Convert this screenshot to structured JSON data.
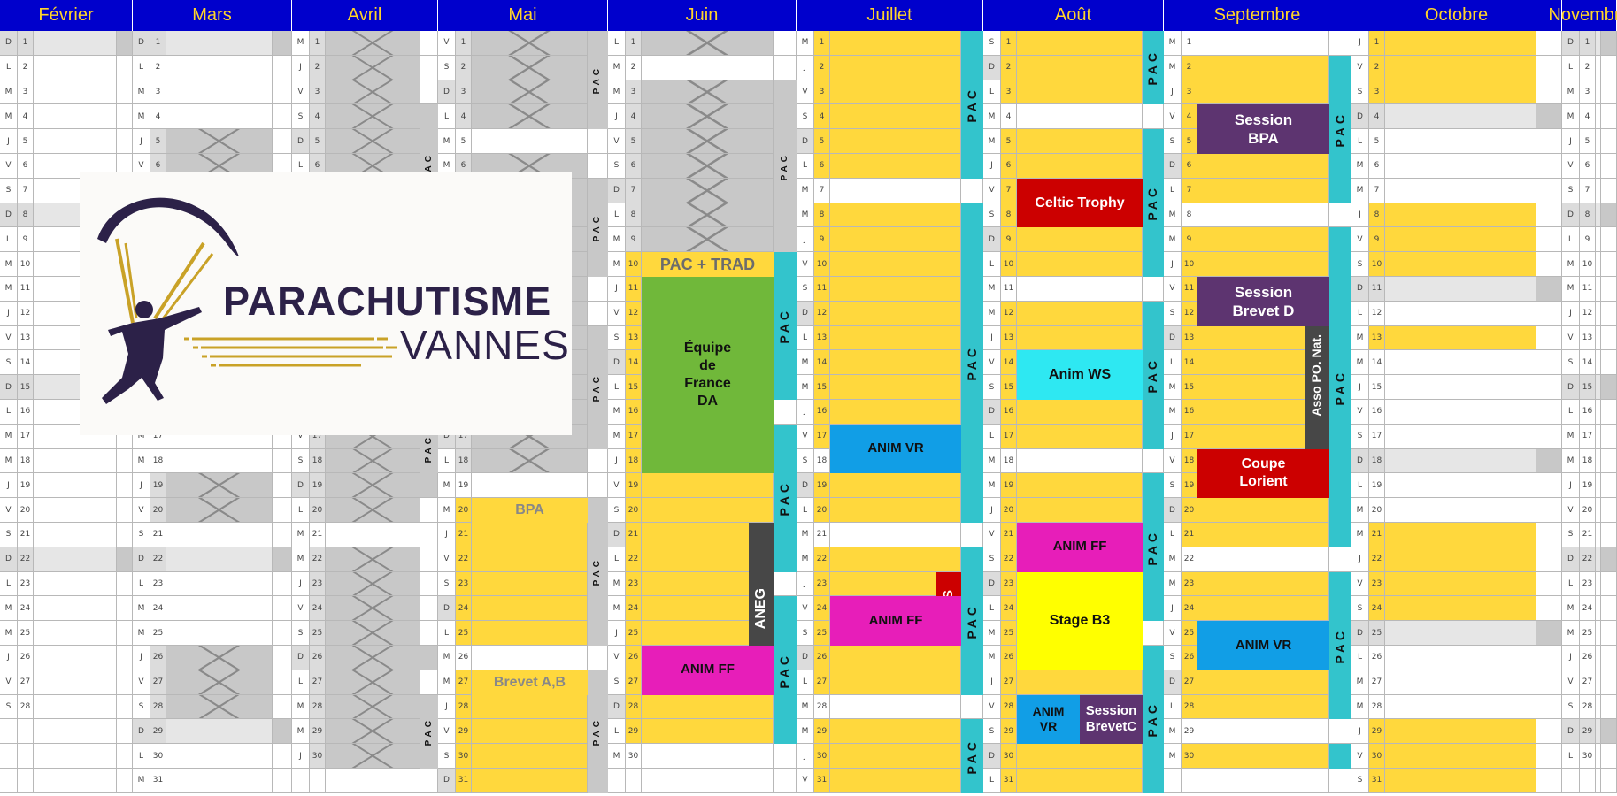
{
  "logo": {
    "line1": "PARACHUTISME",
    "line2": "VANNES"
  },
  "colors": {
    "header_bg": "#0000cc",
    "header_text": "#ffd42a",
    "yellow": "#ffd83d",
    "gray": "#c8c8c8",
    "teal": "#33c4cc",
    "purple": "#5d3470",
    "red": "#cc0000",
    "green": "#70b83a",
    "magenta": "#e71eb9",
    "blue": "#119ee6",
    "cyan": "#2ee8f2",
    "bright_yellow": "#ffff00",
    "dark_gray": "#474747"
  },
  "pac_label": "PAC",
  "months": [
    {
      "id": "fev",
      "name": "Février",
      "days": 28,
      "start": 6,
      "main": "w",
      "side": "w",
      "gray_ranges": []
    },
    {
      "id": "mar",
      "name": "Mars",
      "days": 31,
      "start": 6,
      "main": "w",
      "side": "w",
      "gray_ranges": [
        [
          5,
          7
        ],
        [
          19,
          20
        ],
        [
          26,
          28
        ]
      ]
    },
    {
      "id": "avr",
      "name": "Avril",
      "days": 30,
      "start": 2,
      "main": "g",
      "side": "w",
      "gray_ranges": [
        [
          4,
          8
        ],
        [
          17,
          18
        ],
        [
          28,
          30
        ]
      ],
      "white_ranges": [
        [
          21,
          21
        ]
      ]
    },
    {
      "id": "mai",
      "name": "Mai",
      "days": 31,
      "start": 4,
      "main": "g",
      "side": "w",
      "white_ranges": [
        [
          5,
          5
        ],
        [
          19,
          19
        ],
        [
          26,
          26
        ]
      ],
      "yellow_ranges": [
        [
          20,
          25
        ],
        [
          27,
          31
        ]
      ],
      "gray_ranges": [
        [
          1,
          4
        ],
        [
          7,
          10
        ],
        [
          12,
          18
        ],
        [
          20,
          31
        ]
      ]
    },
    {
      "id": "jun",
      "name": "Juin",
      "days": 30,
      "start": 0,
      "main": "y",
      "side": "w",
      "white_ranges": [
        [
          2,
          2
        ],
        [
          30,
          30
        ]
      ],
      "gray_ranges": [
        [
          1,
          1
        ],
        [
          3,
          9
        ]
      ]
    },
    {
      "id": "jul",
      "name": "Juillet",
      "days": 31,
      "start": 2,
      "main": "y",
      "side": "w",
      "white_ranges": [
        [
          7,
          7
        ],
        [
          18,
          18
        ],
        [
          21,
          21
        ],
        [
          28,
          28
        ]
      ],
      "gray_ranges": []
    },
    {
      "id": "aou",
      "name": "Août",
      "days": 31,
      "start": 5,
      "main": "y",
      "side": "w",
      "white_ranges": [
        [
          4,
          4
        ],
        [
          11,
          11
        ],
        [
          18,
          18
        ]
      ],
      "gray_ranges": []
    },
    {
      "id": "sep",
      "name": "Septembre",
      "days": 30,
      "start": 1,
      "main": "y",
      "side": "w",
      "white_ranges": [
        [
          1,
          1
        ],
        [
          8,
          8
        ],
        [
          22,
          22
        ],
        [
          29,
          29
        ]
      ],
      "gray_ranges": []
    },
    {
      "id": "oct",
      "name": "Octobre",
      "days": 31,
      "start": 3,
      "main": "y",
      "side": "w",
      "white_ranges": [
        [
          4,
          7
        ],
        [
          11,
          12
        ],
        [
          14,
          20
        ],
        [
          25,
          28
        ]
      ],
      "gray_ranges": []
    },
    {
      "id": "nov",
      "name": "Novembre",
      "days": 30,
      "start": 6,
      "main": "w",
      "side": "w",
      "gray_ranges": []
    }
  ],
  "events": [
    {
      "id": "pac-trad",
      "month": "jun",
      "from": 10,
      "to": 10,
      "label": "PAC + TRAD",
      "color": "#ffd83d",
      "text": "#6c6c6c",
      "size": 18
    },
    {
      "id": "equipe",
      "month": "jun",
      "from": 11,
      "to": 18,
      "label": "Équipe\nde\nFrance\nDA",
      "color": "#70b83a",
      "text": "#111111",
      "size": 16
    },
    {
      "id": "bpa-mai",
      "month": "mai",
      "from": 20,
      "to": 20,
      "label": "BPA",
      "color": "#ffd83d",
      "text": "#888888",
      "size": 16
    },
    {
      "id": "brevet-ab",
      "month": "mai",
      "from": 27,
      "to": 27,
      "label": "Brevet A,B",
      "color": "#ffd83d",
      "text": "#888888",
      "size": 16
    },
    {
      "id": "anim-ff-jun",
      "month": "jun",
      "from": 26,
      "to": 27,
      "label": "ANIM FF",
      "color": "#e71eb9",
      "text": "#111111",
      "size": 15
    },
    {
      "id": "anim-vr-jul",
      "month": "jul",
      "from": 17,
      "to": 18,
      "label": "ANIM VR",
      "color": "#119ee6",
      "text": "#111111",
      "size": 15
    },
    {
      "id": "anim-ff-jul",
      "month": "jul",
      "from": 24,
      "to": 25,
      "label": "ANIM FF",
      "color": "#e71eb9",
      "text": "#111111",
      "size": 15
    },
    {
      "id": "celtic",
      "month": "aou",
      "from": 7,
      "to": 8,
      "label": "Celtic Trophy",
      "color": "#cc0000",
      "text": "#ffffff",
      "size": 16
    },
    {
      "id": "anim-ws",
      "month": "aou",
      "from": 14,
      "to": 15,
      "label": "Anim WS",
      "color": "#2ee8f2",
      "text": "#111111",
      "size": 16
    },
    {
      "id": "anim-ff-aou",
      "month": "aou",
      "from": 21,
      "to": 22,
      "label": "ANIM FF",
      "color": "#e71eb9",
      "text": "#111111",
      "size": 15
    },
    {
      "id": "stage-b3",
      "month": "aou",
      "from": 23,
      "to": 26,
      "label": "Stage B3",
      "color": "#ffff00",
      "text": "#111111",
      "size": 16
    },
    {
      "id": "session-brevetc",
      "month": "aou",
      "from": 28,
      "to": 29,
      "label": "Session\nBrevetC",
      "color": "#5d3470",
      "text": "#ffffff",
      "size": 15,
      "xs": 0.5
    },
    {
      "id": "anim-vr-aou",
      "month": "aou",
      "from": 28,
      "to": 29,
      "label": "ANIM\nVR",
      "color": "#119ee6",
      "text": "#111111",
      "size": 14,
      "xe": 0.5
    },
    {
      "id": "session-bpa",
      "month": "sep",
      "from": 4,
      "to": 5,
      "label": "Session\nBPA",
      "color": "#5d3470",
      "text": "#ffffff",
      "size": 17
    },
    {
      "id": "session-brevetd",
      "month": "sep",
      "from": 11,
      "to": 12,
      "label": "Session\nBrevet D",
      "color": "#5d3470",
      "text": "#ffffff",
      "size": 17
    },
    {
      "id": "coupe-lorient",
      "month": "sep",
      "from": 18,
      "to": 19,
      "label": "Coupe\nLorient",
      "color": "#cc0000",
      "text": "#ffffff",
      "size": 16
    },
    {
      "id": "anim-vr-sep",
      "month": "sep",
      "from": 25,
      "to": 26,
      "label": "ANIM VR",
      "color": "#119ee6",
      "text": "#111111",
      "size": 15
    }
  ],
  "vertical_events": [
    {
      "id": "pac-avr-1",
      "month": "avr",
      "from": 4,
      "to": 8,
      "label": "PAC",
      "color": "#c8c8c8",
      "text": "#111111",
      "col": "side",
      "size": 10
    },
    {
      "id": "pac-avr-2",
      "month": "avr",
      "from": 17,
      "to": 18,
      "label": "PAC",
      "color": "#c8c8c8",
      "text": "#111111",
      "col": "side",
      "size": 10
    },
    {
      "id": "pac-avr-3",
      "month": "avr",
      "from": 28,
      "to": 30,
      "label": "PAC",
      "color": "#c8c8c8",
      "text": "#111111",
      "col": "side",
      "size": 10
    },
    {
      "id": "pac-mai-1",
      "month": "mai",
      "from": 1,
      "to": 4,
      "label": "PAC",
      "color": "#c8c8c8",
      "text": "#111111",
      "col": "side",
      "size": 10
    },
    {
      "id": "pac-mai-2",
      "month": "mai",
      "from": 7,
      "to": 10,
      "label": "PAC",
      "color": "#c8c8c8",
      "text": "#111111",
      "col": "side",
      "size": 10
    },
    {
      "id": "pac-mai-3",
      "month": "mai",
      "from": 13,
      "to": 17,
      "label": "PAC",
      "color": "#c8c8c8",
      "text": "#111111",
      "col": "side",
      "size": 10
    },
    {
      "id": "pac-mai-4",
      "month": "mai",
      "from": 20,
      "to": 25,
      "label": "PAC",
      "color": "#c8c8c8",
      "text": "#111111",
      "col": "side",
      "size": 10
    },
    {
      "id": "pac-mai-5",
      "month": "mai",
      "from": 27,
      "to": 31,
      "label": "PAC",
      "color": "#c8c8c8",
      "text": "#111111",
      "col": "side",
      "size": 10
    },
    {
      "id": "pac-jun-1",
      "month": "jun",
      "from": 3,
      "to": 9,
      "label": "PAC",
      "color": "#c8c8c8",
      "text": "#111111",
      "col": "side",
      "size": 10
    },
    {
      "id": "pac-jun-2",
      "month": "jun",
      "from": 10,
      "to": 15,
      "label": "PAC",
      "color": "#33c4cc",
      "text": "#111111",
      "col": "side",
      "size": 14
    },
    {
      "id": "pac-jun-3",
      "month": "jun",
      "from": 17,
      "to": 22,
      "label": "PAC",
      "color": "#33c4cc",
      "text": "#111111",
      "col": "side",
      "size": 14
    },
    {
      "id": "pac-jun-4",
      "month": "jun",
      "from": 24,
      "to": 29,
      "label": "PAC",
      "color": "#33c4cc",
      "text": "#111111",
      "col": "side",
      "size": 14
    },
    {
      "id": "aneg",
      "month": "jun",
      "from": 21,
      "to": 27,
      "label": "ANEG",
      "color": "#474747",
      "text": "#ffffff",
      "col": "mainright",
      "size": 16
    },
    {
      "id": "pops",
      "month": "jul",
      "from": 23,
      "to": 25,
      "label": "POPS",
      "color": "#cc0000",
      "text": "#ffffff",
      "col": "mainright",
      "size": 15
    },
    {
      "id": "pac-jul-1",
      "month": "jul",
      "from": 1,
      "to": 6,
      "label": "PAC",
      "color": "#33c4cc",
      "text": "#111111",
      "col": "side",
      "size": 14
    },
    {
      "id": "pac-jul-2",
      "month": "jul",
      "from": 8,
      "to": 20,
      "label": "PAC",
      "color": "#33c4cc",
      "text": "#111111",
      "col": "side",
      "size": 14
    },
    {
      "id": "pac-jul-3",
      "month": "jul",
      "from": 22,
      "to": 27,
      "label": "PAC",
      "color": "#33c4cc",
      "text": "#111111",
      "col": "side",
      "size": 14
    },
    {
      "id": "pac-jul-4",
      "month": "jul",
      "from": 29,
      "to": 31,
      "label": "PAC",
      "color": "#33c4cc",
      "text": "#111111",
      "col": "side",
      "size": 14
    },
    {
      "id": "pac-aou-1",
      "month": "aou",
      "from": 1,
      "to": 3,
      "label": "PAC",
      "color": "#33c4cc",
      "text": "#111111",
      "col": "side",
      "size": 14
    },
    {
      "id": "pac-aou-2",
      "month": "aou",
      "from": 5,
      "to": 10,
      "label": "PAC",
      "color": "#33c4cc",
      "text": "#111111",
      "col": "side",
      "size": 14
    },
    {
      "id": "pac-aou-3",
      "month": "aou",
      "from": 12,
      "to": 17,
      "label": "PAC",
      "color": "#33c4cc",
      "text": "#111111",
      "col": "side",
      "size": 14
    },
    {
      "id": "pac-aou-4",
      "month": "aou",
      "from": 19,
      "to": 24,
      "label": "PAC",
      "color": "#33c4cc",
      "text": "#111111",
      "col": "side",
      "size": 14
    },
    {
      "id": "pac-aou-5",
      "month": "aou",
      "from": 26,
      "to": 31,
      "label": "PAC",
      "color": "#33c4cc",
      "text": "#111111",
      "col": "side",
      "size": 14
    },
    {
      "id": "asso-po",
      "month": "sep",
      "from": 12,
      "to": 17,
      "label": "Asso PO. Nat.",
      "color": "#474747",
      "text": "#ffffff",
      "col": "mainright",
      "size": 14
    },
    {
      "id": "pac-sep-1",
      "month": "sep",
      "from": 2,
      "to": 7,
      "label": "PAC",
      "color": "#33c4cc",
      "text": "#111111",
      "col": "side",
      "size": 14
    },
    {
      "id": "pac-sep-2",
      "month": "sep",
      "from": 9,
      "to": 21,
      "label": "PAC",
      "color": "#33c4cc",
      "text": "#111111",
      "col": "side",
      "size": 14
    },
    {
      "id": "pac-sep-3",
      "month": "sep",
      "from": 23,
      "to": 28,
      "label": "PAC",
      "color": "#33c4cc",
      "text": "#111111",
      "col": "side",
      "size": 14
    },
    {
      "id": "pac-sep-4",
      "month": "sep",
      "from": 30,
      "to": 30,
      "label": "",
      "color": "#33c4cc",
      "text": "#111111",
      "col": "side",
      "size": 14
    }
  ]
}
